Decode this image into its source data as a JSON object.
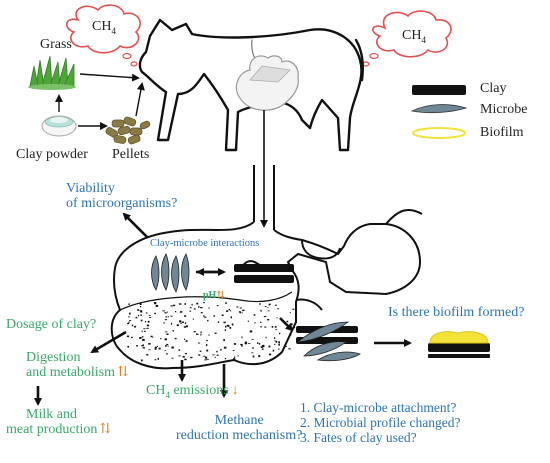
{
  "methane_bubble_left": {
    "text": "CH",
    "sub": "4"
  },
  "methane_bubble_right": {
    "text": "CH",
    "sub": "4"
  },
  "feed": {
    "grass": "Grass",
    "clay_powder": "Clay powder",
    "pellets": "Pellets"
  },
  "legend": {
    "items": [
      {
        "label": "Clay",
        "color": "#111111"
      },
      {
        "label": "Microbe",
        "color": "#6f8796"
      },
      {
        "label": "Biofilm",
        "color": "#f2e23a"
      }
    ]
  },
  "questions": {
    "viability_line1": "Viability",
    "viability_line2": "of microorganisms?",
    "clay_microbe_interactions": "Clay-microbe interactions",
    "ph": "pH",
    "dosage": "Dosage of clay?",
    "digestion_line1": "Digestion",
    "digestion_line2": "and metabolism",
    "milk_line1": "Milk and",
    "milk_line2": "meat production",
    "ch4_emissions": {
      "text": "CH",
      "sub": "4",
      "rest": " emissions"
    },
    "methane_line1": "Methane",
    "methane_line2": "reduction mechanism?",
    "biofilm": "Is there biofilm formed?",
    "list": [
      "1. Clay-microbe attachment?",
      "2. Microbial profile changed?",
      "3. Fates of clay used?"
    ]
  },
  "colors": {
    "blue": "#2e74b5",
    "green": "#3aa66a",
    "orange": "#e0832a",
    "clay": "#111111",
    "microbe": "#6f8796",
    "biofilm": "#f2e23a"
  }
}
